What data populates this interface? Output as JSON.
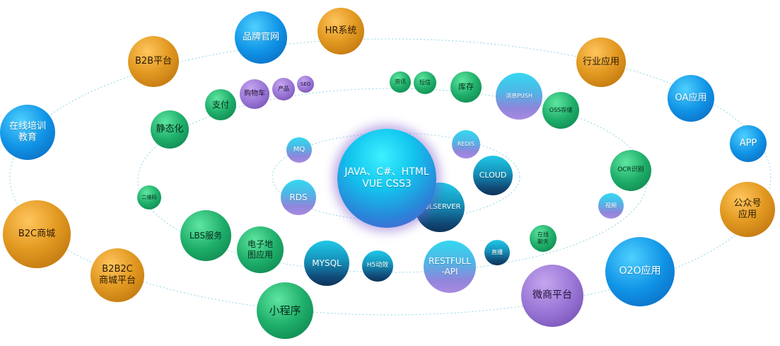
{
  "center": {
    "label": "JAVA、C#、HTML\nVUE   CSS3"
  },
  "nodes": [
    {
      "id": "pinpai",
      "label": "品牌官网",
      "style": "blue"
    },
    {
      "id": "hr",
      "label": "HR系统",
      "style": "orange"
    },
    {
      "id": "b2b",
      "label": "B2B平台",
      "style": "orange"
    },
    {
      "id": "hangye",
      "label": "行业应用",
      "style": "orange"
    },
    {
      "id": "oa",
      "label": "OA应用",
      "style": "blue"
    },
    {
      "id": "zaixian",
      "label": "在线培训\n教育",
      "style": "blue"
    },
    {
      "id": "app",
      "label": "APP",
      "style": "blue"
    },
    {
      "id": "gongzhong",
      "label": "公众号\n应用",
      "style": "orange"
    },
    {
      "id": "b2c",
      "label": "B2C商城",
      "style": "orange"
    },
    {
      "id": "b2b2c",
      "label": "B2B2C\n商城平台",
      "style": "orange"
    },
    {
      "id": "o2o",
      "label": "O2O应用",
      "style": "blue"
    },
    {
      "id": "xiaochengxu",
      "label": "小程序",
      "style": "green"
    },
    {
      "id": "weishang",
      "label": "微商平台",
      "style": "purple"
    },
    {
      "id": "jingtai",
      "label": "静态化",
      "style": "green"
    },
    {
      "id": "zhifu",
      "label": "支付",
      "style": "green"
    },
    {
      "id": "gouwuche",
      "label": "购物车",
      "style": "purple"
    },
    {
      "id": "chanpin",
      "label": "产品",
      "style": "purple"
    },
    {
      "id": "seo",
      "label": "SEO",
      "style": "purple"
    },
    {
      "id": "zixun",
      "label": "资讯",
      "style": "green"
    },
    {
      "id": "duanxin",
      "label": "短信",
      "style": "green"
    },
    {
      "id": "kucun",
      "label": "库存",
      "style": "green"
    },
    {
      "id": "push",
      "label": "消息PUSH",
      "style": "cyanpurple"
    },
    {
      "id": "oss",
      "label": "OSS存储",
      "style": "green"
    },
    {
      "id": "ocr",
      "label": "OCR识别",
      "style": "green"
    },
    {
      "id": "shipin",
      "label": "视频",
      "style": "cyanpurple"
    },
    {
      "id": "erweima",
      "label": "二维码",
      "style": "green"
    },
    {
      "id": "lbs",
      "label": "LBS服务",
      "style": "green"
    },
    {
      "id": "ditu",
      "label": "电子地\n图应用",
      "style": "green"
    },
    {
      "id": "mysql",
      "label": "MYSQL",
      "style": "tealnavy"
    },
    {
      "id": "h5",
      "label": "H5动效",
      "style": "tealnavy"
    },
    {
      "id": "restful",
      "label": "RESTFULL\n-API",
      "style": "cyanpurple"
    },
    {
      "id": "zhibo",
      "label": "直播",
      "style": "tealnavy"
    },
    {
      "id": "liaotian",
      "label": "在线\n聊天",
      "style": "green"
    },
    {
      "id": "mq",
      "label": "MQ",
      "style": "cyanpurple"
    },
    {
      "id": "rds",
      "label": "RDS",
      "style": "cyanpurple"
    },
    {
      "id": "redis",
      "label": "REDIS",
      "style": "cyanpurple"
    },
    {
      "id": "cloud",
      "label": "CLOUD",
      "style": "tealnavy"
    },
    {
      "id": "sqlserver",
      "label": "SQLSERVER",
      "style": "tealnavy"
    }
  ]
}
